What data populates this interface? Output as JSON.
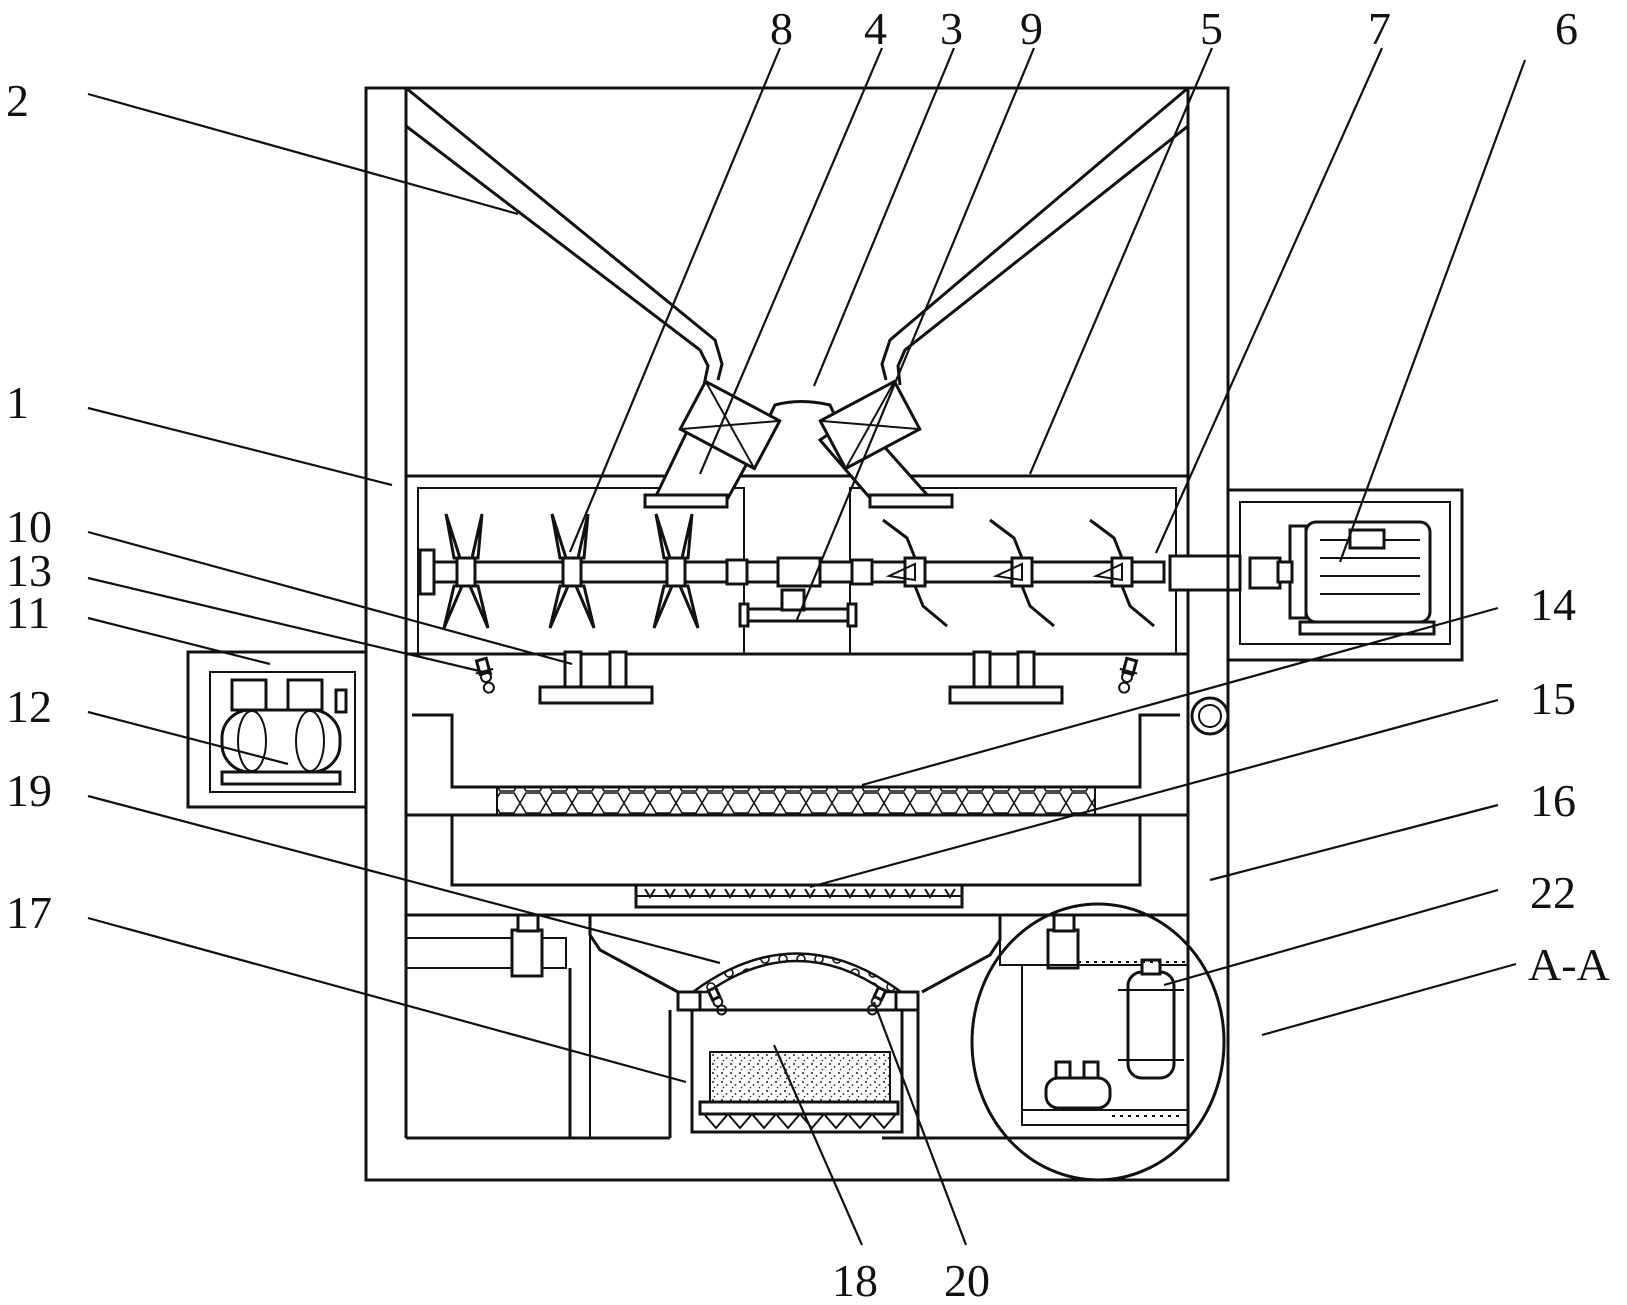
{
  "figure": {
    "part_labels": {
      "p1": "1",
      "p2": "2",
      "p3": "3",
      "p4": "4",
      "p5": "5",
      "p6": "6",
      "p7": "7",
      "p8": "8",
      "p9": "9",
      "p10": "10",
      "p11": "11",
      "p12": "12",
      "p13": "13",
      "p14": "14",
      "p15": "15",
      "p16": "16",
      "p17": "17",
      "p18": "18",
      "p19": "19",
      "p20": "20",
      "p22": "22"
    },
    "section_label": "A-A"
  }
}
